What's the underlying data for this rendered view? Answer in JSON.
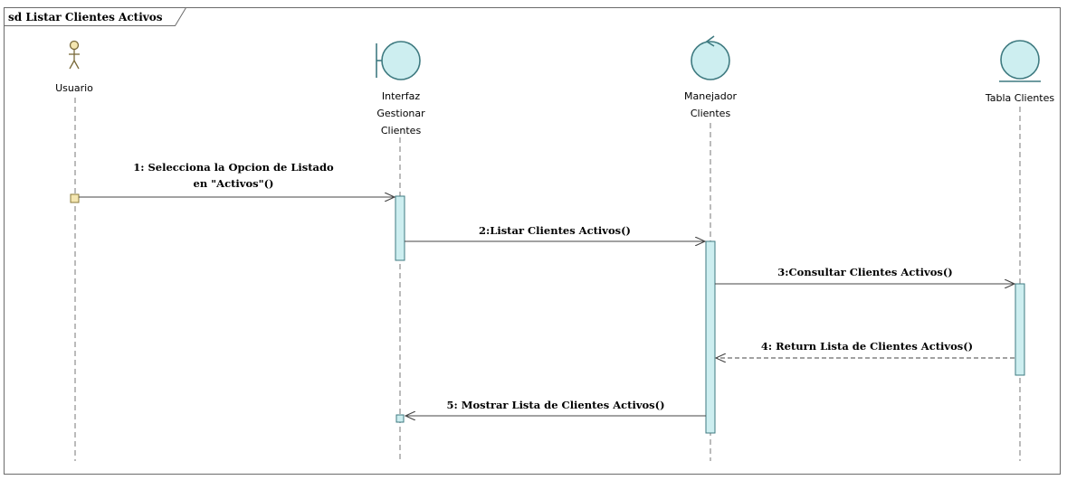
{
  "frame": {
    "title": "sd Listar Clientes Activos"
  },
  "lifelines": [
    {
      "id": "usuario",
      "kind": "actor",
      "label_lines": [
        "Usuario"
      ]
    },
    {
      "id": "interfaz",
      "kind": "boundary",
      "label_lines": [
        "Interfaz",
        "Gestionar",
        "Clientes"
      ]
    },
    {
      "id": "manejador",
      "kind": "control",
      "label_lines": [
        "Manejador",
        "Clientes"
      ]
    },
    {
      "id": "tabla",
      "kind": "entity",
      "label_lines": [
        "Tabla Clientes"
      ]
    }
  ],
  "messages": [
    {
      "seq": 1,
      "from": "usuario",
      "to": "interfaz",
      "type": "sync",
      "label_lines": [
        "1: Selecciona la Opcion de Listado",
        "en \"Activos\"()"
      ]
    },
    {
      "seq": 2,
      "from": "interfaz",
      "to": "manejador",
      "type": "sync",
      "label_lines": [
        "2:Listar Clientes Activos()"
      ]
    },
    {
      "seq": 3,
      "from": "manejador",
      "to": "tabla",
      "type": "sync",
      "label_lines": [
        "3:Consultar Clientes Activos()"
      ]
    },
    {
      "seq": 4,
      "from": "tabla",
      "to": "manejador",
      "type": "return",
      "label_lines": [
        "4: Return Lista de Clientes Activos()"
      ]
    },
    {
      "seq": 5,
      "from": "manejador",
      "to": "interfaz",
      "type": "sync",
      "label_lines": [
        "5: Mostrar Lista de Clientes Activos()"
      ]
    }
  ],
  "colors": {
    "fill": "#cdeef0",
    "stroke": "#3e7a80",
    "line": "#555555"
  }
}
